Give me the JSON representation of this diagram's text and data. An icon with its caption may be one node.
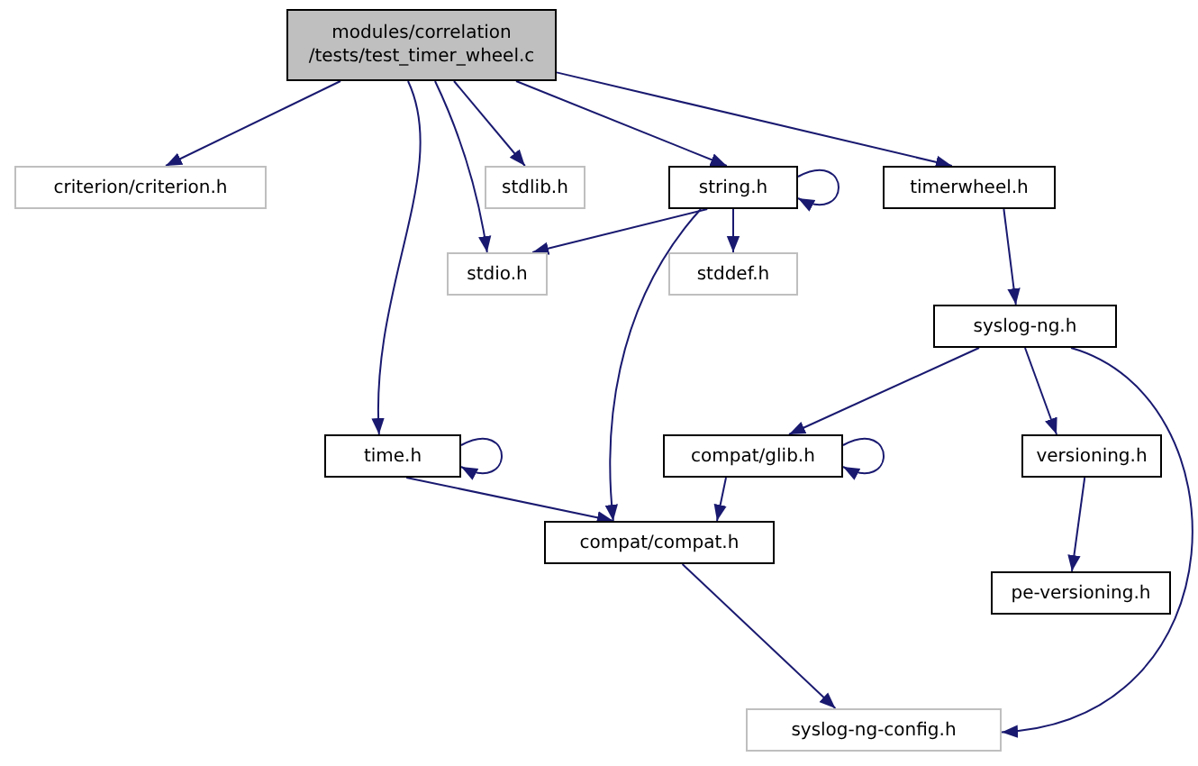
{
  "diagram": {
    "nodes": [
      {
        "text": [
          "modules/correlation /tests/test_timer_wheel.c"
        ]
      },
      {
        "text": [
          "criterion/criterion.h"
        ]
      },
      {
        "text": [
          "stdlib.h"
        ]
      },
      {
        "text": [
          "string.h"
        ]
      },
      {
        "text": [
          "timerwheel.h"
        ]
      },
      {
        "text": [
          "stdio.h"
        ]
      },
      {
        "text": [
          "stddef.h"
        ]
      },
      {
        "text": [
          "syslog-ng.h"
        ]
      },
      {
        "text": [
          "time.h"
        ]
      },
      {
        "text": [
          "compat/glib.h"
        ]
      },
      {
        "text": [
          "versioning.h"
        ]
      },
      {
        "text": [
          "compat/compat.h"
        ]
      },
      {
        "text": [
          "pe-versioning.h"
        ]
      },
      {
        "text": [
          "syslog-ng-config.h"
        ]
      }
    ],
    "edges": [
      {
        "from": 0,
        "to": 1,
        "arrow": "to"
      },
      {
        "from": 0,
        "to": 2,
        "arrow": "to"
      },
      {
        "from": 0,
        "to": 3,
        "arrow": "to"
      },
      {
        "from": 0,
        "to": 4,
        "arrow": "to"
      },
      {
        "from": 0,
        "to": 5,
        "arrow": "to"
      },
      {
        "from": 0,
        "to": 8,
        "arrow": "to"
      },
      {
        "from": 3,
        "to": 3,
        "arrow": "to"
      },
      {
        "from": 3,
        "to": 5,
        "arrow": "to"
      },
      {
        "from": 3,
        "to": 6,
        "arrow": "to"
      },
      {
        "from": 3,
        "to": 11,
        "arrow": "to"
      },
      {
        "from": 4,
        "to": 7,
        "arrow": "to"
      },
      {
        "from": 7,
        "to": 9,
        "arrow": "to"
      },
      {
        "from": 7,
        "to": 10,
        "arrow": "to"
      },
      {
        "from": 7,
        "to": 13,
        "arrow": "to"
      },
      {
        "from": 8,
        "to": 8,
        "arrow": "to"
      },
      {
        "from": 8,
        "to": 11,
        "arrow": "to"
      },
      {
        "from": 9,
        "to": 9,
        "arrow": "to"
      },
      {
        "from": 9,
        "to": 11,
        "arrow": "to"
      },
      {
        "from": 10,
        "to": 12,
        "arrow": "to"
      },
      {
        "from": 11,
        "to": 13,
        "arrow": "to"
      }
    ]
  }
}
